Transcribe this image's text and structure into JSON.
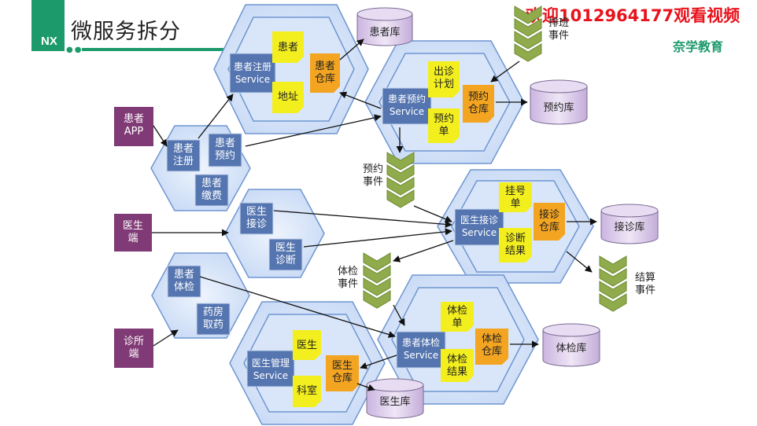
{
  "header": {
    "title": "微服务拆分",
    "logo_text": "NX",
    "watermark": "欢迎1012964177观看视频",
    "brand": "奈学教育"
  },
  "clients": {
    "patient_app": "患者\nAPP",
    "doctor": "医生\n端",
    "clinic": "诊所\n端"
  },
  "small_hex": {
    "a": [
      "患者\n注册",
      "患者\n预约",
      "患者\n缴费"
    ],
    "b": [
      "医生\n接诊",
      "医生\n诊断"
    ],
    "c": [
      "患者\n体检",
      "药房\n取药"
    ]
  },
  "services": {
    "register": {
      "name": "患者注册\nService",
      "doc_top": "患者",
      "doc_bottom": "地址",
      "repo": "患者\n仓库",
      "db": "患者库"
    },
    "booking": {
      "name": "患者预约\nService",
      "doc_top": "出诊\n计划",
      "doc_bottom": "预约\n单",
      "repo": "预约\n仓库",
      "db": "预约库"
    },
    "reception": {
      "name": "医生接诊\nService",
      "doc_top": "挂号\n单",
      "doc_bottom": "诊断\n结果",
      "repo": "接诊\n仓库",
      "db": "接诊库"
    },
    "exam": {
      "name": "患者体检\nService",
      "doc_top": "体检\n单",
      "doc_bottom": "体检\n结果",
      "repo": "体检\n仓库",
      "db": "体检库"
    },
    "doctor_mgmt": {
      "name": "医生管理\nService",
      "doc_top": "医生",
      "doc_bottom": "科室",
      "repo": "医生\n仓库",
      "db": "医生库"
    }
  },
  "events": {
    "schedule": "排班\n事件",
    "booking": "预约\n事件",
    "exam": "体检\n事件",
    "settle": "结算\n事件"
  },
  "colors": {
    "accent": "#1d9a6c",
    "hex_fill": "#cdddf7",
    "hex_stroke": "#6f96d1",
    "client": "#803a76",
    "service_box": "#5575b0",
    "doc_yellow": "#f3ef1e",
    "repo_orange": "#f3a421",
    "db_purple": "#ddccec",
    "event_green": "#8fab4b"
  }
}
